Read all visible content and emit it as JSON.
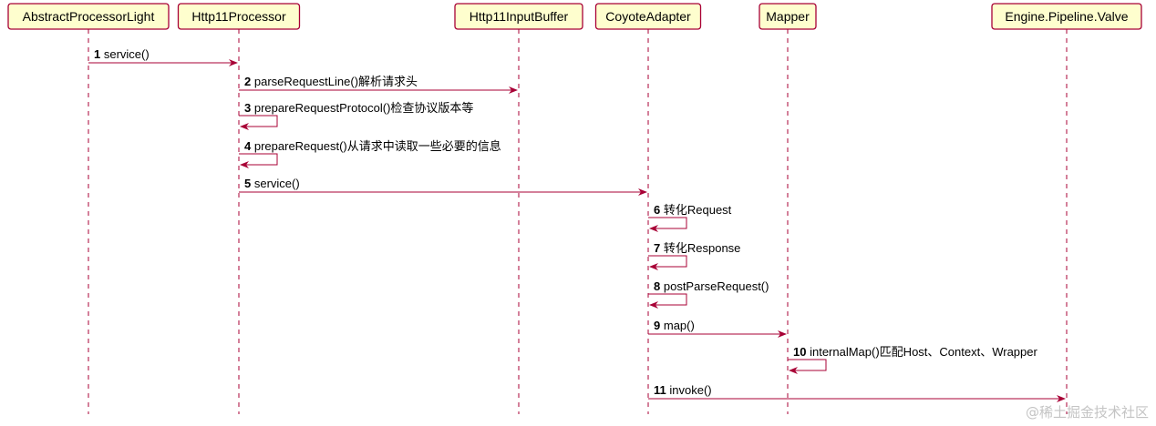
{
  "colors": {
    "accent": "#A80036",
    "box_fill": "#FEFECE",
    "watermark": "#c4c4c4"
  },
  "participants": [
    {
      "label": "AbstractProcessorLight"
    },
    {
      "label": "Http11Processor"
    },
    {
      "label": "Http11InputBuffer"
    },
    {
      "label": "CoyoteAdapter"
    },
    {
      "label": "Mapper"
    },
    {
      "label": "Engine.Pipeline.Valve"
    }
  ],
  "messages": [
    {
      "num": "1",
      "text": "service()",
      "from": 0,
      "to": 1
    },
    {
      "num": "2",
      "text": "parseRequestLine()解析请求头",
      "from": 1,
      "to": 2
    },
    {
      "num": "3",
      "text": "prepareRequestProtocol()检查协议版本等",
      "from": 1,
      "to": 1
    },
    {
      "num": "4",
      "text": "prepareRequest()从请求中读取一些必要的信息",
      "from": 1,
      "to": 1
    },
    {
      "num": "5",
      "text": "service()",
      "from": 1,
      "to": 3
    },
    {
      "num": "6",
      "text": "转化Request",
      "from": 3,
      "to": 3
    },
    {
      "num": "7",
      "text": "转化Response",
      "from": 3,
      "to": 3
    },
    {
      "num": "8",
      "text": "postParseRequest()",
      "from": 3,
      "to": 3
    },
    {
      "num": "9",
      "text": "map()",
      "from": 3,
      "to": 4
    },
    {
      "num": "10",
      "text": "internalMap()匹配Host、Context、Wrapper",
      "from": 4,
      "to": 4
    },
    {
      "num": "11",
      "text": "invoke()",
      "from": 3,
      "to": 5
    }
  ],
  "watermark": "@稀土掘金技术社区"
}
